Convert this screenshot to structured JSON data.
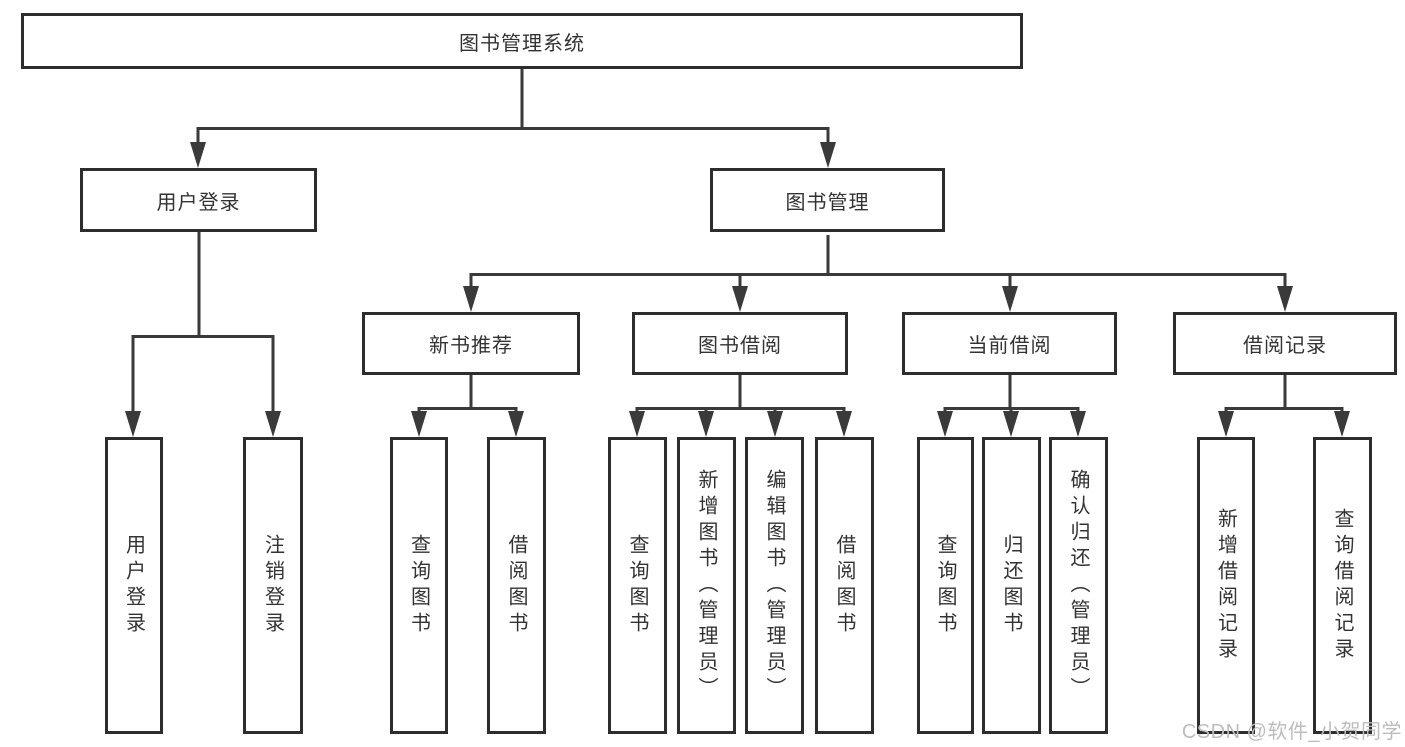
{
  "diagram": {
    "root": "图书管理系统",
    "level2": [
      "用户登录",
      "图书管理"
    ],
    "level3": [
      "新书推荐",
      "图书借阅",
      "当前借阅",
      "借阅记录"
    ],
    "leaves": {
      "user_login": [
        "用户登录",
        "注销登录"
      ],
      "new_book": [
        "查询图书",
        "借阅图书"
      ],
      "book_borrow": [
        "查询图书",
        "新增图书（管理员）",
        "编辑图书（管理员）",
        "借阅图书"
      ],
      "current_borrow": [
        "查询图书",
        "归还图书",
        "确认归还（管理员）"
      ],
      "borrow_record": [
        "新增借阅记录",
        "查询借阅记录"
      ]
    },
    "watermark": "CSDN @软件_小贺同学",
    "colors": {
      "line": "#3a3a3a",
      "box_border": "#2d2d2d",
      "text": "#333333",
      "watermark": "#bdbdbd",
      "background": "#ffffff"
    }
  }
}
